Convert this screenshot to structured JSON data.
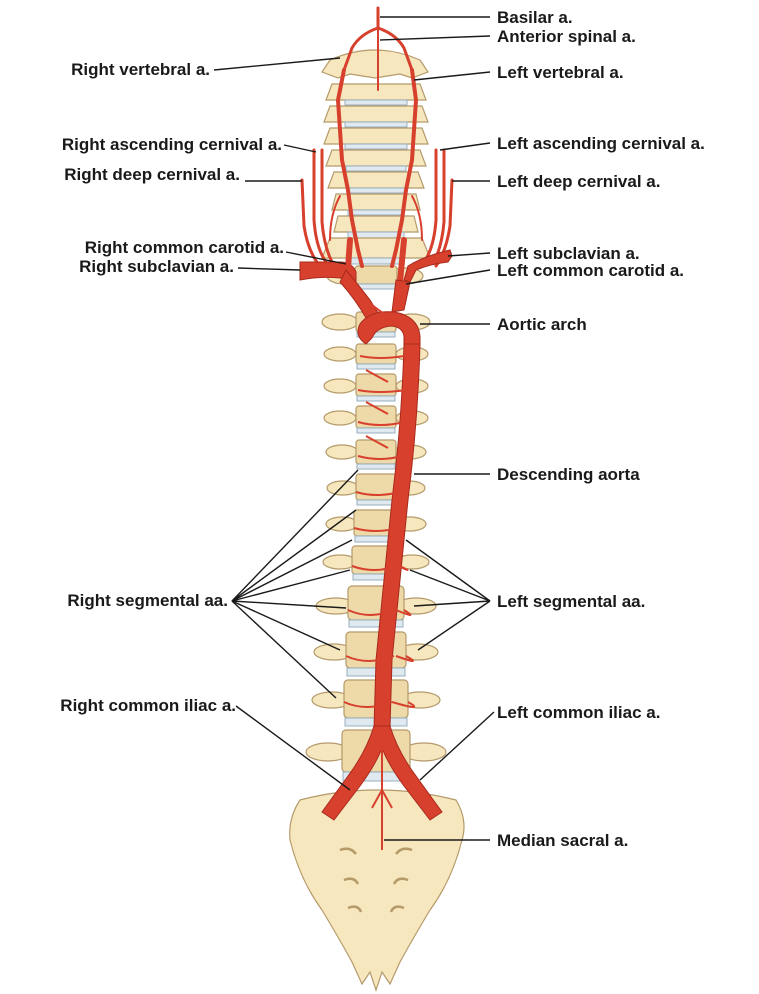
{
  "labels": {
    "basilar": "Basilar a.",
    "anterior_spinal": "Anterior spinal a.",
    "right_vertebral": "Right vertebral a.",
    "left_vertebral": "Left vertebral a.",
    "right_ascending_cervical": "Right ascending cernival a.",
    "left_ascending_cervical": "Left ascending cernival a.",
    "right_deep_cervical": "Right deep cernival a.",
    "left_deep_cervical": "Left deep cernival a.",
    "right_common_carotid": "Right common carotid a.",
    "left_subclavian": "Left subclavian a.",
    "right_subclavian": "Right subclavian a.",
    "left_common_carotid": "Left common carotid a.",
    "aortic_arch": "Aortic arch",
    "descending_aorta": "Descending aorta",
    "right_segmental": "Right segmental aa.",
    "left_segmental": "Left segmental aa.",
    "right_common_iliac": "Right common iliac a.",
    "left_common_iliac": "Left common iliac a.",
    "median_sacral": "Median sacral a."
  },
  "colors": {
    "artery": "#d7402d",
    "bone": "#f6e7bf",
    "disc": "#dfe9ef",
    "text": "#1a1a1a"
  }
}
